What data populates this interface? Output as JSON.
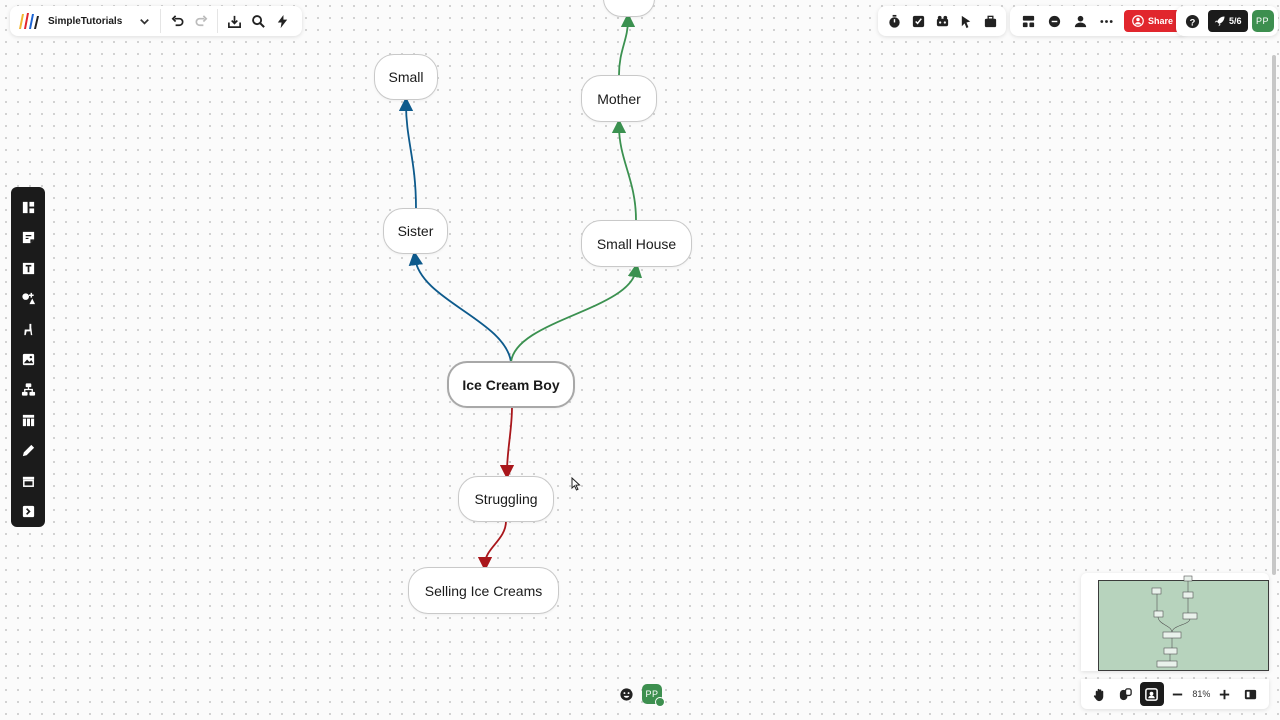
{
  "board": {
    "name": "SimpleTutorials"
  },
  "header": {
    "share_label": "Share",
    "timer_label": "5/6",
    "user_initials": "PP"
  },
  "mindmap": {
    "root": "Ice Cream Boy",
    "nodes": {
      "small": "Small",
      "sister": "Sister",
      "mother": "Mother",
      "small_house": "Small House",
      "struggling": "Struggling",
      "selling": "Selling Ice Creams"
    },
    "colors": {
      "blue": "#0d5a8c",
      "green": "#3b9150",
      "red": "#a9161b"
    }
  },
  "bottom": {
    "user_initials": "PP"
  },
  "zoom": {
    "value": "81%"
  },
  "colors": {
    "accent_red": "#e1262d",
    "avatar_green": "#3d8f4f",
    "toolbar_dark": "#1b1b1b",
    "minimap_fill": "#b7d3bd"
  }
}
